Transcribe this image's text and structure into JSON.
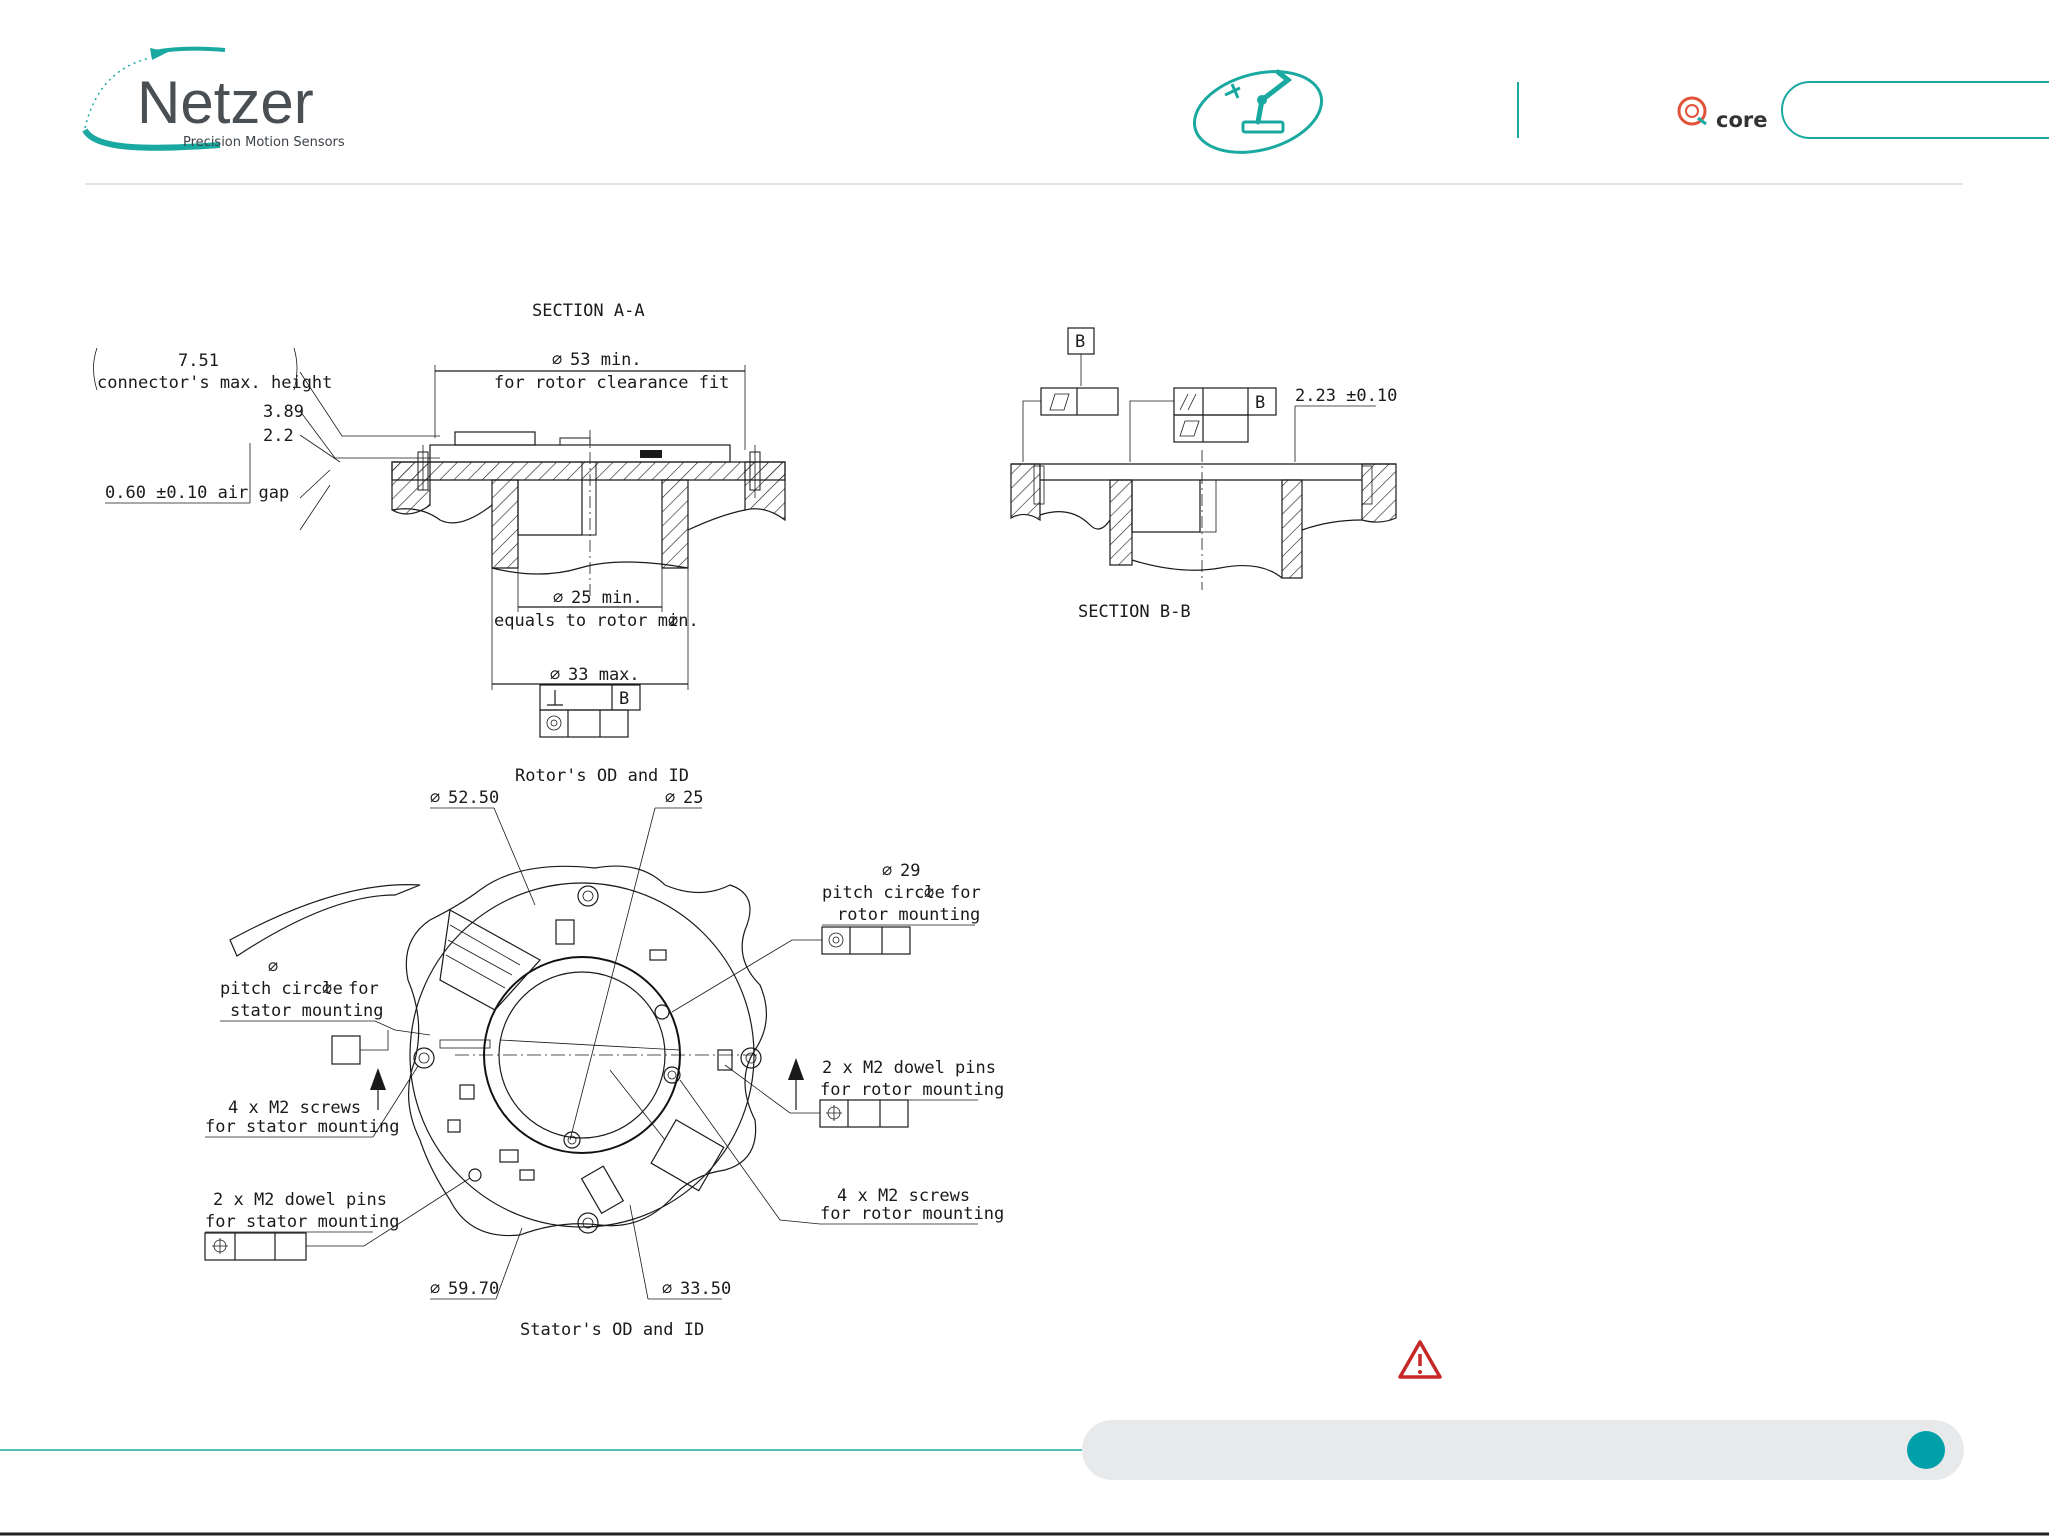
{
  "header": {
    "brand": "Netzer",
    "tagline": "Precision Motion Sensors",
    "product_logo": "core",
    "accent_color": "#1aa9a0",
    "icons": [
      "netzer-swoosh-logo",
      "robot-arm-icon",
      "qcore-logo"
    ]
  },
  "section_aa": {
    "title": "SECTION A-A",
    "connector_height": "7.51",
    "connector_label": "connector's max. height",
    "dim_389": "3.89",
    "dim_22": "2.2",
    "air_gap": "0.60  ±0.10 air gap",
    "rotor_clearance_dia": "53 min.",
    "rotor_clearance_label": "for rotor clearance fit",
    "rotor_min_dia": "25 min.",
    "rotor_min_label": "equals to rotor min.",
    "od_max": "33 max.",
    "datum_perp": "B",
    "diameter_symbol": "∅"
  },
  "section_bb": {
    "title": "SECTION B-B",
    "datum": "B",
    "parallel_ref": "B",
    "thickness": "2.23  ±0.10"
  },
  "plan_view": {
    "rotor_title": "Rotor's OD and ID",
    "stator_title": "Stator's OD and ID",
    "rotor_od": "52.50",
    "rotor_id": "25",
    "stator_od": "59.70",
    "stator_id": "33.50",
    "rotor_pitch": "29",
    "rotor_pitch_label1": "pitch circle",
    "rotor_pitch_label2": "for",
    "rotor_pitch_label3": "rotor mounting",
    "stator_pitch_label1": "pitch circle",
    "stator_pitch_label2": "for",
    "stator_pitch_label3": "stator mounting",
    "rotor_dowel_1": "2 x M2 dowel pins",
    "rotor_dowel_2": "for rotor mounting",
    "stator_screws_1": "4 x M2 screws",
    "stator_screws_2": "for stator mounting",
    "stator_dowel_1": "2 x M2 dowel pins",
    "stator_dowel_2": "for stator mounting",
    "rotor_screws_1": "4 x M2 screws",
    "rotor_screws_2": "for rotor mounting"
  },
  "footer": {
    "warning_icon": "warning-triangle-icon",
    "page_dot_color": "#00a0a8"
  }
}
